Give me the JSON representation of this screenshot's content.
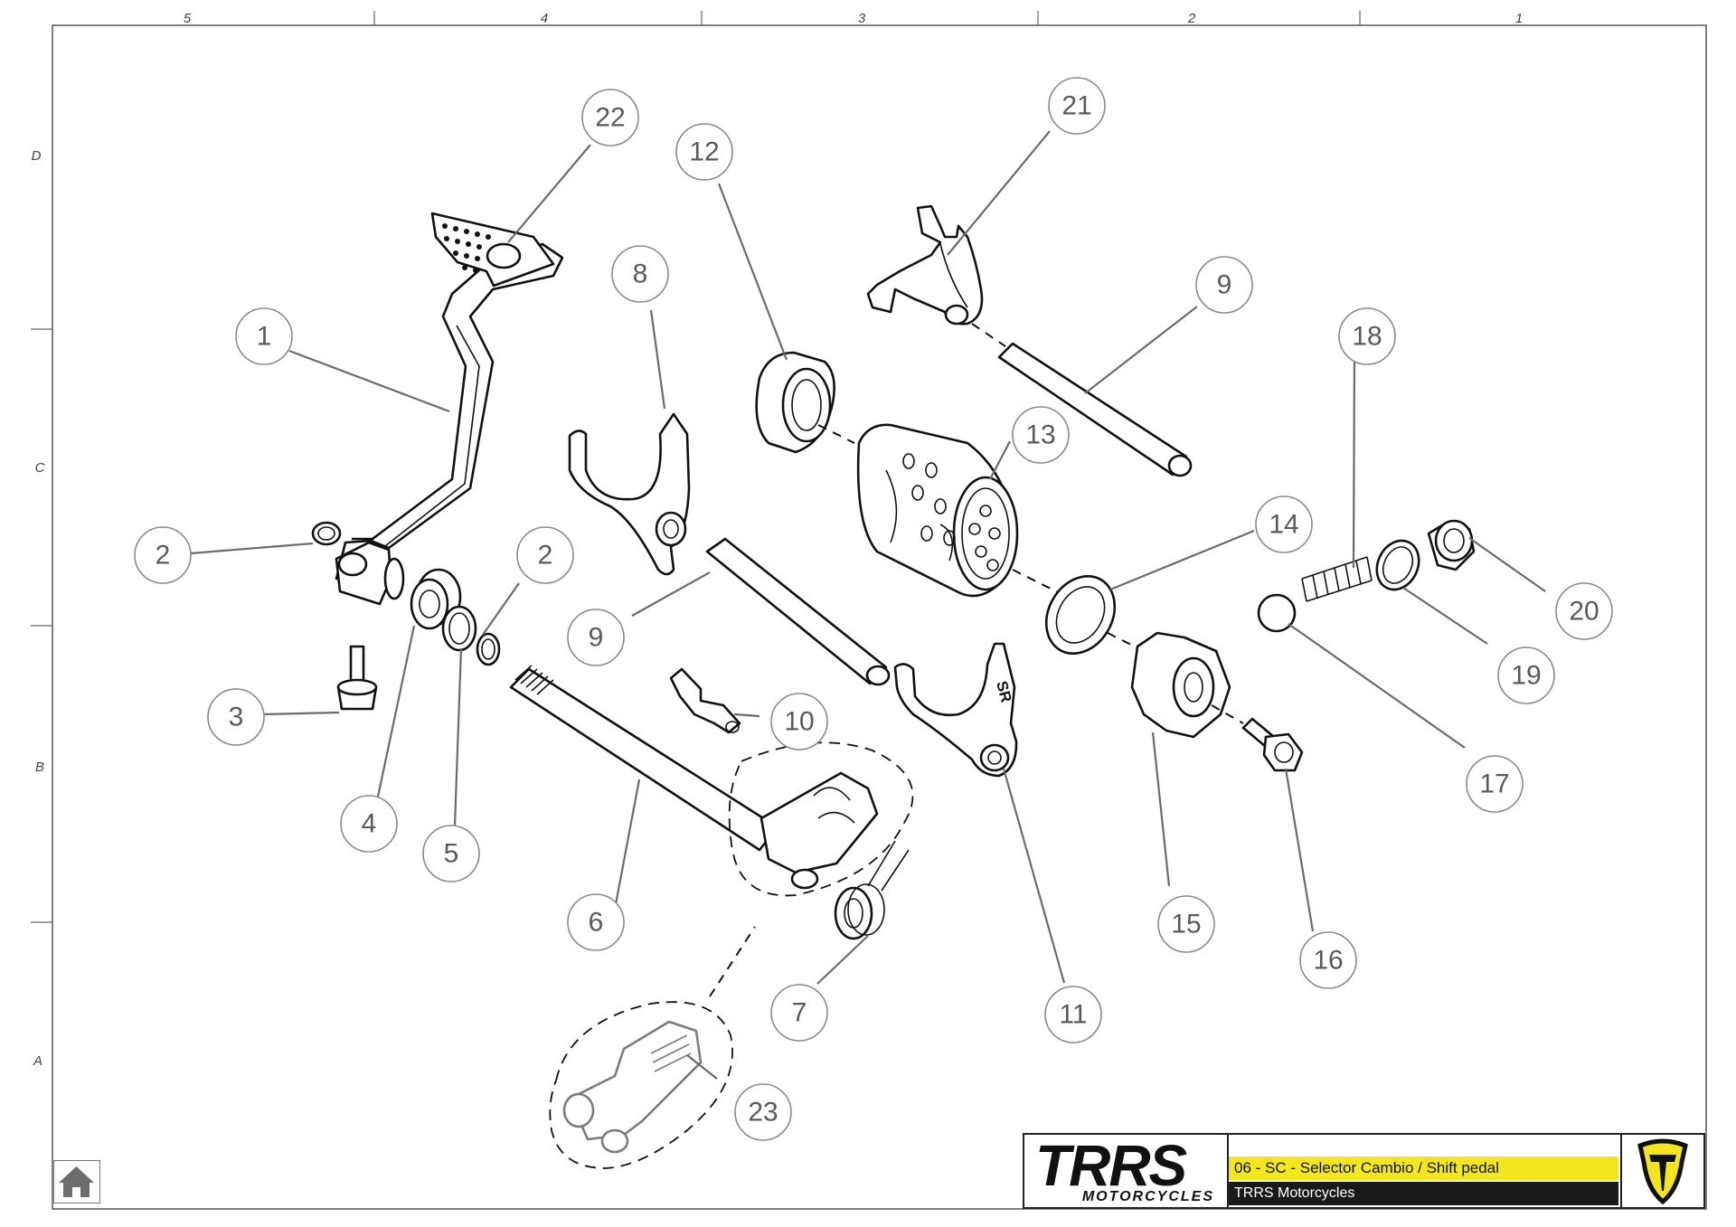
{
  "drawing": {
    "columns": [
      "5",
      "4",
      "3",
      "2",
      "1"
    ],
    "rows": [
      "D",
      "C",
      "B",
      "A"
    ]
  },
  "callouts": [
    "1",
    "2",
    "2",
    "3",
    "4",
    "5",
    "6",
    "7",
    "8",
    "9",
    "9",
    "10",
    "11",
    "12",
    "13",
    "14",
    "15",
    "16",
    "17",
    "18",
    "19",
    "20",
    "21",
    "22",
    "23"
  ],
  "part_marking": "SR",
  "title_block": {
    "logo_main": "TRRS",
    "logo_sub": "MOTORCYCLES",
    "doc_title": "06 - SC - Selector Cambio / Shift pedal",
    "company": "TRRS Motorcycles",
    "brand_color": "#f4e61c"
  },
  "home_button": {
    "icon": "home-icon"
  }
}
